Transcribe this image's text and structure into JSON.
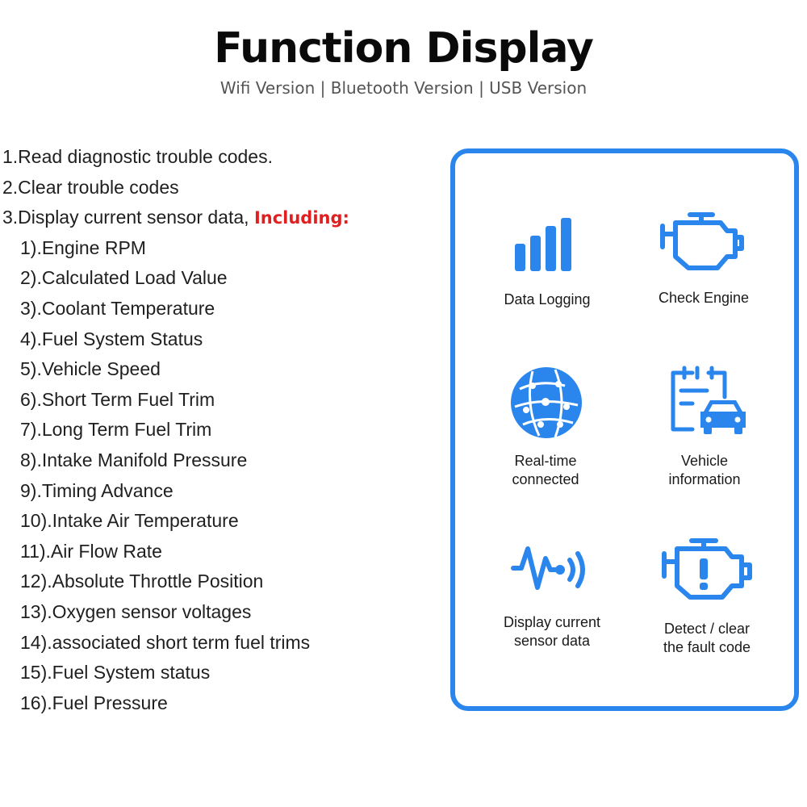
{
  "header": {
    "title": "Function Display",
    "subtitle": "Wifi Version | Bluetooth Version | USB Version"
  },
  "features": {
    "item1": "1.Read diagnostic trouble codes.",
    "item2": "2.Clear trouble codes",
    "item3_prefix": "3.Display current sensor data, ",
    "item3_highlight": "Including:",
    "sub_items": [
      "1).Engine RPM",
      "2).Calculated Load Value",
      "3).Coolant Temperature",
      "4).Fuel System Status",
      "5).Vehicle Speed",
      "6).Short Term Fuel Trim",
      "7).Long Term Fuel Trim",
      "8).Intake Manifold Pressure",
      "9).Timing Advance",
      "10).Intake Air Temperature",
      "11).Air Flow Rate",
      "12).Absolute Throttle Position",
      "13).Oxygen sensor voltages",
      "14).associated short term fuel trims",
      "15).Fuel System status",
      "16).Fuel Pressure"
    ]
  },
  "panel": {
    "accent_color": "#2a86ec",
    "cards": [
      {
        "icon": "bar-chart-icon",
        "line1": "Data Logging",
        "line2": ""
      },
      {
        "icon": "check-engine-icon",
        "line1": "Check Engine",
        "line2": ""
      },
      {
        "icon": "globe-network-icon",
        "line1": "Real-time",
        "line2": "connected"
      },
      {
        "icon": "vehicle-clipboard-icon",
        "line1": "Vehicle",
        "line2": "information"
      },
      {
        "icon": "sensor-signal-icon",
        "line1": "Display current",
        "line2": "sensor data"
      },
      {
        "icon": "engine-alert-icon",
        "line1": "Detect / clear",
        "line2": "the fault code"
      }
    ]
  }
}
